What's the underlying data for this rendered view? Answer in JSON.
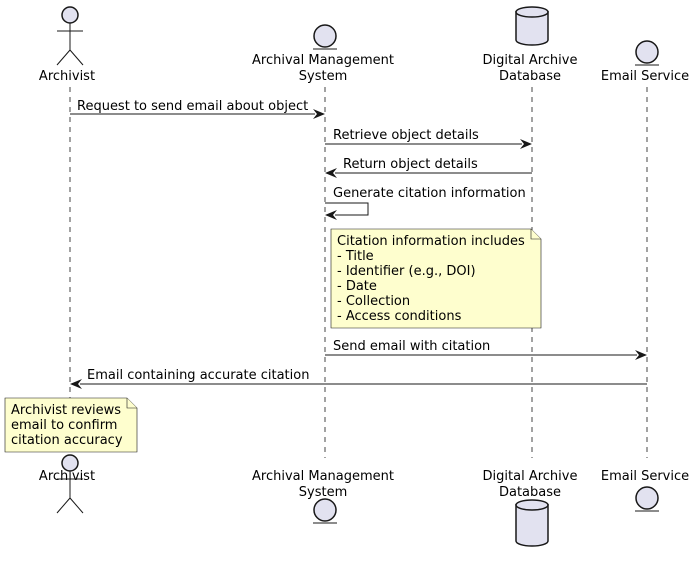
{
  "diagram": {
    "type": "sequence",
    "colors": {
      "participant_fill": "#e2e2f0",
      "note_fill": "#fefece",
      "line": "#181818"
    },
    "participants": [
      {
        "id": "archivist",
        "kind": "actor",
        "lines": [
          "Archivist"
        ]
      },
      {
        "id": "ams",
        "kind": "entity",
        "lines": [
          "Archival Management",
          "System"
        ]
      },
      {
        "id": "dad",
        "kind": "database",
        "lines": [
          "Digital Archive",
          "Database"
        ]
      },
      {
        "id": "email",
        "kind": "entity",
        "lines": [
          "Email Service"
        ]
      }
    ],
    "messages": [
      {
        "from": "archivist",
        "to": "ams",
        "text": "Request to send email about object"
      },
      {
        "from": "ams",
        "to": "dad",
        "text": "Retrieve object details"
      },
      {
        "from": "dad",
        "to": "ams",
        "text": "Return object details"
      },
      {
        "from": "ams",
        "to": "ams",
        "text": "Generate citation information"
      },
      {
        "from": "ams",
        "to": "email",
        "text": "Send email with citation"
      },
      {
        "from": "email",
        "to": "archivist",
        "text": "Email containing accurate citation"
      }
    ],
    "notes": [
      {
        "over": "ams",
        "lines": [
          "Citation information includes",
          "- Title",
          "- Identifier (e.g., DOI)",
          "- Date",
          "- Collection",
          "- Access conditions"
        ]
      },
      {
        "over": "archivist",
        "lines": [
          "Archivist reviews",
          "email to confirm",
          "citation accuracy"
        ]
      }
    ]
  }
}
